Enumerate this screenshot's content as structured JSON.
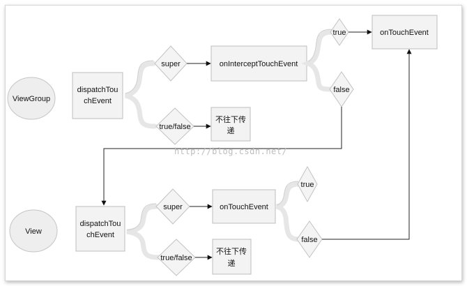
{
  "diagram": {
    "viewgroup": {
      "actor": "ViewGroup",
      "dispatch_line1": "dispatchTou",
      "dispatch_line2": "chEvent",
      "branch_super": "super",
      "intercept": "onInterceptTouchEvent",
      "branch_true": "true",
      "branch_false": "false",
      "branch_true_false": "true/false",
      "no_pass_line1": "不往下传",
      "no_pass_line2": "递",
      "target": "onTouchEvent"
    },
    "view": {
      "actor": "View",
      "dispatch_line1": "dispatchTou",
      "dispatch_line2": "chEvent",
      "branch_super": "super",
      "touch": "onTouchEvent",
      "branch_true": "true",
      "branch_false": "false",
      "branch_true_false": "true/false",
      "no_pass_line1": "不往下传",
      "no_pass_line2": "递"
    }
  },
  "watermark": "http://blog.csdn.net/"
}
